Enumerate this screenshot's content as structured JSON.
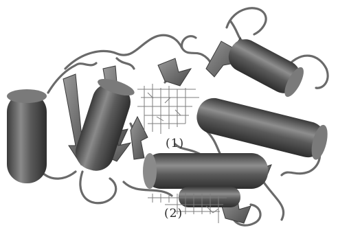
{
  "figure": {
    "labels": [
      {
        "id": "site-1",
        "text": "(1)"
      },
      {
        "id": "site-2",
        "text": "(2)"
      }
    ]
  }
}
